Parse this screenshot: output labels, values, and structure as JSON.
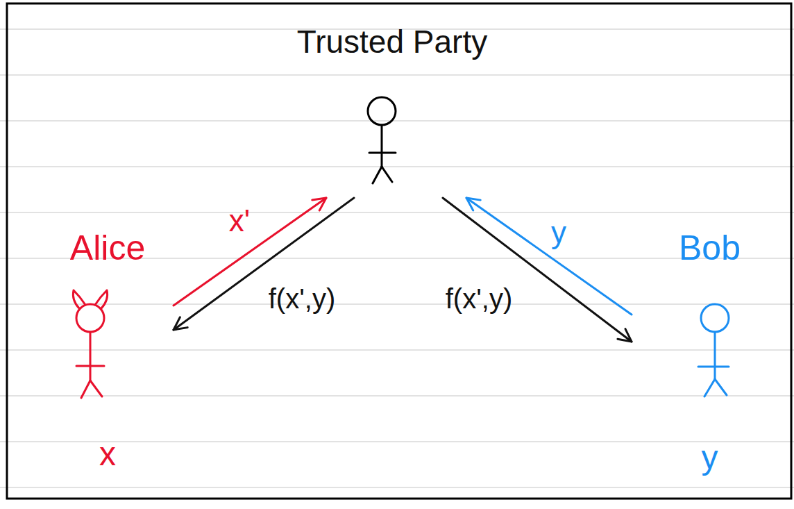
{
  "diagram": {
    "nodes": [
      {
        "text": [
          "Trusted Party"
        ]
      },
      {
        "text": [
          "Alice",
          "x"
        ]
      },
      {
        "text": [
          "Bob",
          "y"
        ]
      }
    ],
    "edges": [
      {
        "from": 1,
        "to": 0,
        "arrow": "to",
        "label": "x'"
      },
      {
        "from": 0,
        "to": 1,
        "arrow": "to",
        "label": "f(x',y)"
      },
      {
        "from": 0,
        "to": 2,
        "arrow": "to",
        "label": "f(x',y)"
      },
      {
        "from": 2,
        "to": 0,
        "arrow": "to",
        "label": "y"
      }
    ]
  }
}
